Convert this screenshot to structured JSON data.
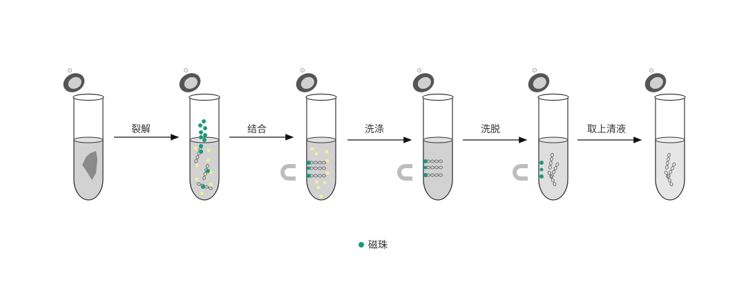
{
  "diagram": {
    "title": "",
    "colors": {
      "bead": "#1a9a7a",
      "impurity": "#f3ee9a",
      "liquid": "#d2d2d2",
      "liquid_clean": "#e4e4e4",
      "tissue": "#8a8a8a",
      "cap_ring": "#555555",
      "magnet": "#bdbdbd",
      "dna": "#777777",
      "arrow": "#111111"
    },
    "tubes": [
      {
        "id": "tube-1",
        "contents": "tissue-sample",
        "magnet": false
      },
      {
        "id": "tube-2",
        "contents": "beads-dna-impurities",
        "magnet": false
      },
      {
        "id": "tube-3",
        "contents": "beads-bound-dna-impurities",
        "magnet": true
      },
      {
        "id": "tube-4",
        "contents": "beads-bound-dna",
        "magnet": true
      },
      {
        "id": "tube-5",
        "contents": "eluted-dna-beads-on-wall",
        "magnet": true
      },
      {
        "id": "tube-6",
        "contents": "eluted-dna",
        "magnet": false
      }
    ],
    "steps": [
      {
        "label": "裂解"
      },
      {
        "label": "结合"
      },
      {
        "label": "洗涤"
      },
      {
        "label": "洗脱"
      },
      {
        "label": "取上清液"
      }
    ],
    "legend": {
      "items": [
        {
          "label": "磁珠",
          "color": "#1a9a7a"
        }
      ]
    }
  }
}
